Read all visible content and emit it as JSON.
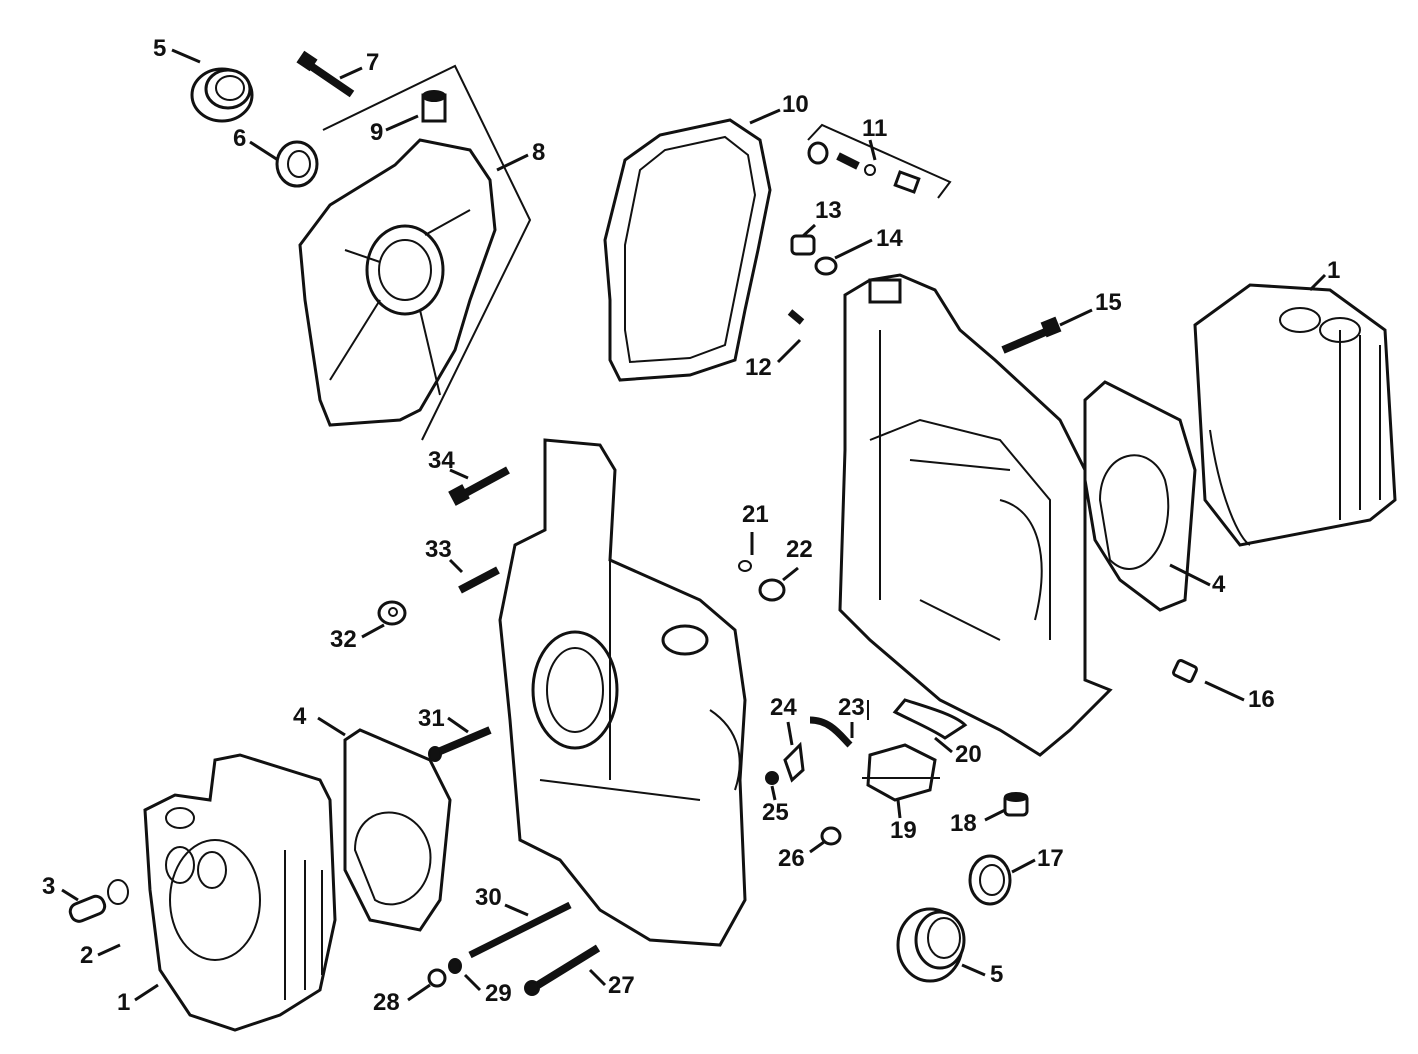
{
  "diagram": {
    "callouts": [
      {
        "id": "c5a",
        "label": "5"
      },
      {
        "id": "c7",
        "label": "7"
      },
      {
        "id": "c6",
        "label": "6"
      },
      {
        "id": "c9",
        "label": "9"
      },
      {
        "id": "c8",
        "label": "8"
      },
      {
        "id": "c10",
        "label": "10"
      },
      {
        "id": "c11",
        "label": "11"
      },
      {
        "id": "c13",
        "label": "13"
      },
      {
        "id": "c14",
        "label": "14"
      },
      {
        "id": "c12",
        "label": "12"
      },
      {
        "id": "c15",
        "label": "15"
      },
      {
        "id": "c1a",
        "label": "1"
      },
      {
        "id": "c34",
        "label": "34"
      },
      {
        "id": "c21",
        "label": "21"
      },
      {
        "id": "c22",
        "label": "22"
      },
      {
        "id": "c33",
        "label": "33"
      },
      {
        "id": "c32",
        "label": "32"
      },
      {
        "id": "c4a",
        "label": "4"
      },
      {
        "id": "c16",
        "label": "16"
      },
      {
        "id": "c4b",
        "label": "4"
      },
      {
        "id": "c31",
        "label": "31"
      },
      {
        "id": "c24",
        "label": "24"
      },
      {
        "id": "c23",
        "label": "23"
      },
      {
        "id": "c20",
        "label": "20"
      },
      {
        "id": "c25",
        "label": "25"
      },
      {
        "id": "c18",
        "label": "18"
      },
      {
        "id": "c19",
        "label": "19"
      },
      {
        "id": "c26",
        "label": "26"
      },
      {
        "id": "c17",
        "label": "17"
      },
      {
        "id": "c3",
        "label": "3"
      },
      {
        "id": "c30",
        "label": "30"
      },
      {
        "id": "c2",
        "label": "2"
      },
      {
        "id": "c27",
        "label": "27"
      },
      {
        "id": "c29",
        "label": "29"
      },
      {
        "id": "c28",
        "label": "28"
      },
      {
        "id": "c1b",
        "label": "1"
      },
      {
        "id": "c5b",
        "label": "5"
      }
    ]
  }
}
